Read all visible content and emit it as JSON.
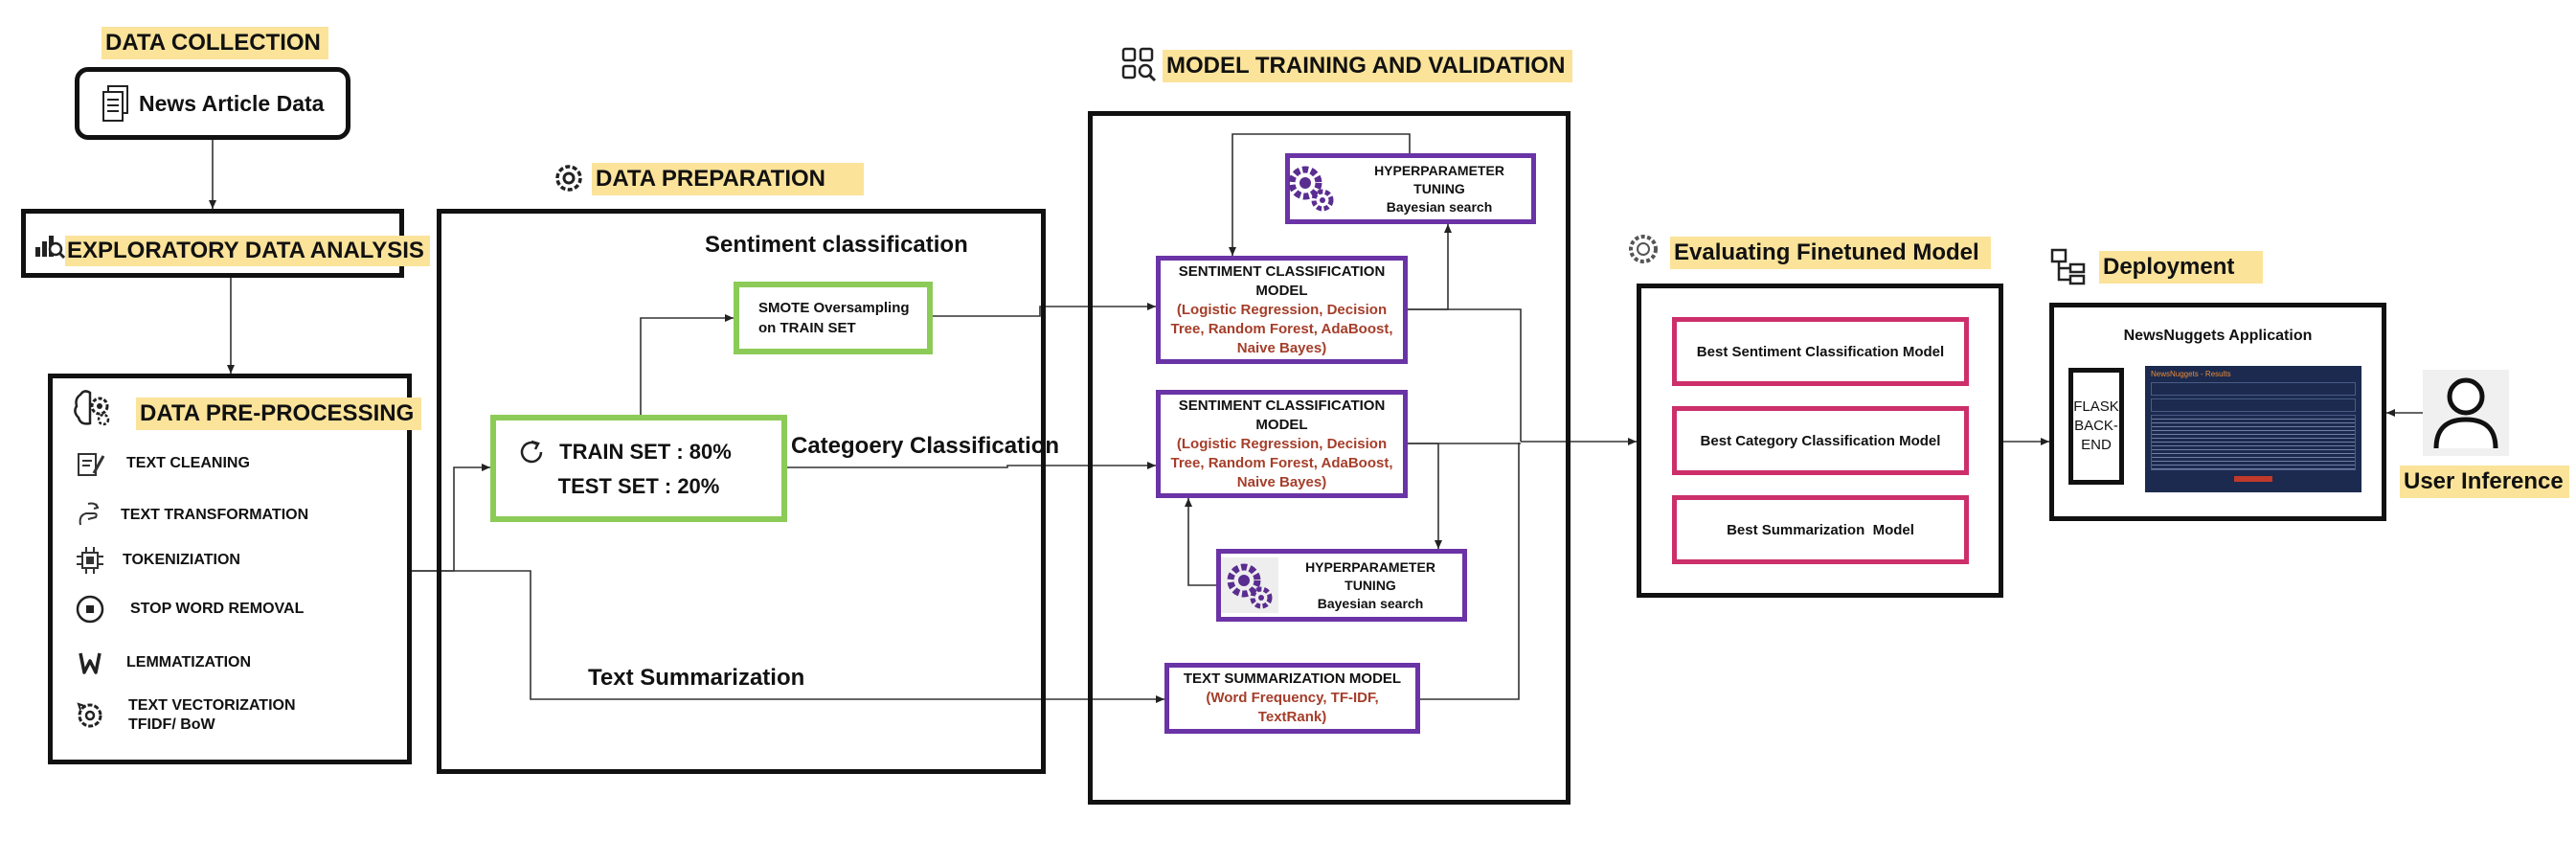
{
  "data_collection": {
    "title": "DATA COLLECTION",
    "source_label": "News Article Data"
  },
  "eda": {
    "title": "EXPLORATORY DATA ANALYSIS"
  },
  "preprocessing": {
    "title": "DATA PRE-PROCESSING",
    "steps": [
      {
        "label": "TEXT CLEANING",
        "icon": "clipboard-pencil-icon"
      },
      {
        "label": "TEXT TRANSFORMATION",
        "icon": "transform-hand-icon"
      },
      {
        "label": "TOKENIZIATION",
        "icon": "chip-icon"
      },
      {
        "label": "STOP WORD REMOVAL",
        "icon": "stop-circle-icon"
      },
      {
        "label": "LEMMATIZATION",
        "icon": "w-glyph-icon"
      },
      {
        "label": "TEXT VECTORIZATION",
        "label2": "TFIDF/ BoW",
        "icon": "gear-refresh-icon"
      }
    ]
  },
  "data_preparation": {
    "title": "DATA PREPARATION",
    "sentiment_heading": "Sentiment classification",
    "category_heading": "Categoery Classification",
    "summarization_heading": "Text Summarization",
    "smote_line1": "SMOTE Oversampling",
    "smote_line2": "on TRAIN SET",
    "train_split": "TRAIN SET : 80%",
    "test_split": "TEST SET : 20%"
  },
  "training": {
    "title": "MODEL TRAINING AND VALIDATION",
    "hyper_top": {
      "line1": "HYPERPARAMETER TUNING",
      "line2": "Bayesian search"
    },
    "hyper_bottom": {
      "line1": "HYPERPARAMETER TUNING",
      "line2": "Bayesian search"
    },
    "sentiment_model": {
      "line1": "SENTIMENT CLASSIFICATION",
      "line2": "MODEL",
      "algos": "(Logistic Regression, Decision Tree, Random Forest, AdaBoost, Naive Bayes)"
    },
    "category_model": {
      "line1": "SENTIMENT CLASSIFICATION",
      "line2": "MODEL",
      "algos": "(Logistic Regression, Decision Tree, Random Forest, AdaBoost, Naive Bayes)"
    },
    "summary_model": {
      "line1": "TEXT SUMMARIZATION MODEL",
      "algos": "(Word Frequency, TF-IDF, TextRank)"
    }
  },
  "evaluation": {
    "title": "Evaluating Finetuned Model",
    "items": [
      "Best Sentiment Classification Model",
      "Best Category Classification Model",
      "Best Summarization  Model"
    ]
  },
  "deployment": {
    "title": "Deployment",
    "app_title": "NewsNuggets Application",
    "backend_label": "FLASK BACK-END",
    "screenshot_title": "NewsNuggets - Results"
  },
  "user": {
    "label": "User Inference"
  },
  "colors": {
    "highlight": "#fbe39a",
    "green": "#8ccb57",
    "purple": "#6a33a6",
    "pink": "#cc2f6a",
    "algo_text": "#a53e2a",
    "app_bg": "#1b2a4e"
  }
}
